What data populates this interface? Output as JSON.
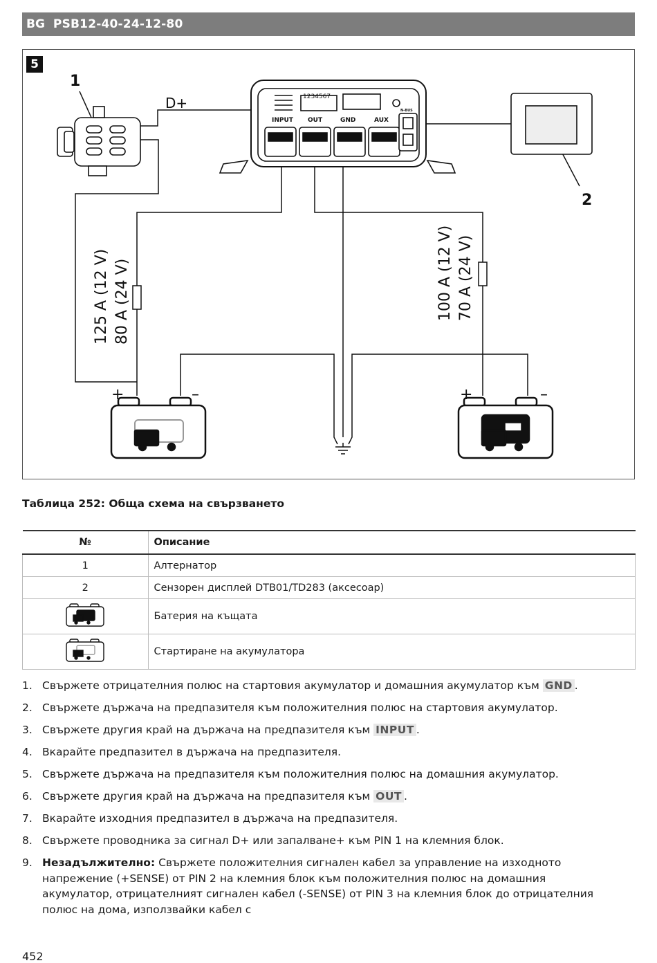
{
  "header": {
    "lang": "BG",
    "model": "PSB12-40-24-12-80"
  },
  "figure": {
    "number": "5",
    "callout_1": "1",
    "callout_2": "2",
    "dplus": "D+",
    "dip_numbers": "1234567",
    "ports": [
      "INPUT",
      "OUT",
      "GND",
      "AUX"
    ],
    "nbus": "N-BUS",
    "left_fuse": [
      "125 A (12 V)",
      "80 A (24 V)"
    ],
    "right_fuse": [
      "100 A (12 V)",
      "70 A (24 V)"
    ],
    "plus": "+",
    "minus": "–"
  },
  "caption": "Таблица 252: Обща схема на свързването",
  "table": {
    "headers": [
      "№",
      "Описание"
    ],
    "rows": [
      {
        "num": "1",
        "desc": "Алтернатор"
      },
      {
        "num": "2",
        "desc": "Сензорен дисплей DTB01/TD283 (аксесоар)"
      },
      {
        "icon": "house-battery-icon",
        "desc": "Батерия на къщата"
      },
      {
        "icon": "starter-battery-icon",
        "desc": "Стартиране на акумулатора"
      }
    ]
  },
  "steps": [
    {
      "n": "1.",
      "pre": "Свържете отрицателния полюс на стартовия акумулатор и домашния акумулатор към ",
      "tag": "GND",
      "post": "."
    },
    {
      "n": "2.",
      "pre": "Свържете държача на предпазителя към положителния полюс на стартовия акумулатор.",
      "tag": "",
      "post": ""
    },
    {
      "n": "3.",
      "pre": "Свържете другия край на държача на предпазителя към ",
      "tag": "INPUT",
      "post": "."
    },
    {
      "n": "4.",
      "pre": "Вкарайте предпазител в държача на предпазителя.",
      "tag": "",
      "post": ""
    },
    {
      "n": "5.",
      "pre": "Свържете държача на предпазителя към положителния полюс на домашния акумулатор.",
      "tag": "",
      "post": ""
    },
    {
      "n": "6.",
      "pre": "Свържете другия край на държача на предпазителя към ",
      "tag": "OUT",
      "post": "."
    },
    {
      "n": "7.",
      "pre": "Вкарайте изходния предпазител в държача на предпазителя.",
      "tag": "",
      "post": ""
    },
    {
      "n": "8.",
      "pre": "Свържете проводника за сигнал D+ или запалване+ към PIN 1 на клемния блок.",
      "tag": "",
      "post": ""
    },
    {
      "n": "9.",
      "bold": "Незадължително:",
      "pre": " Свържете положителния сигнален кабел за управление на изходното напрежение (+SENSE) от PIN 2 на клемния блок към положителния полюс на домашния акумулатор, отрицателният сигнален кабел (-SENSE) от PIN 3 на клемния блок до отрицателния полюс на дома, използвайки кабел с",
      "tag": "",
      "post": ""
    }
  ],
  "page_number": "452"
}
